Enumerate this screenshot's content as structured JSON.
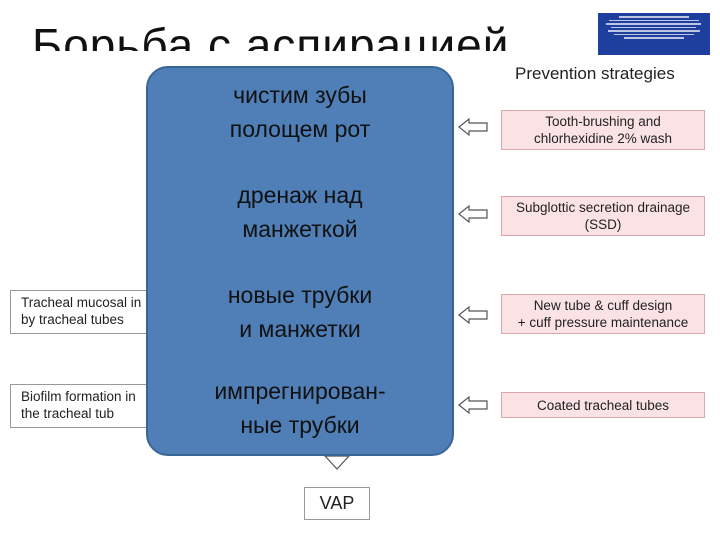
{
  "slide": {
    "title": "Борьба с аспирацией"
  },
  "header": {
    "prevention_label": "Prevention strategies"
  },
  "strategies": [
    {
      "text": "Tooth-brushing and\nchlorhexidine 2% wash"
    },
    {
      "text": "Subglottic secretion drainage\n(SSD)"
    },
    {
      "text": "New tube & cuff design\n+ cuff pressure maintenance"
    },
    {
      "text": "Coated tracheal tubes"
    }
  ],
  "mechanisms": [
    {
      "text": "Tracheal mucosal in\n   by tracheal tubes"
    },
    {
      "text": "Biofilm formation in\n   the tracheal tub"
    }
  ],
  "outcome": {
    "label": "VAP"
  },
  "overlay": {
    "items": [
      {
        "text": "чистим зубы\nполощем рот"
      },
      {
        "text": "дренаж над\nманжеткой"
      },
      {
        "text": "новые трубки\nи  манжетки"
      },
      {
        "text": "импрегнирован-\nные трубки"
      }
    ]
  },
  "colors": {
    "panel": "#4f7fb6",
    "strategy_box": "#fbe3e5",
    "strategy_border": "#d9a9ad"
  }
}
